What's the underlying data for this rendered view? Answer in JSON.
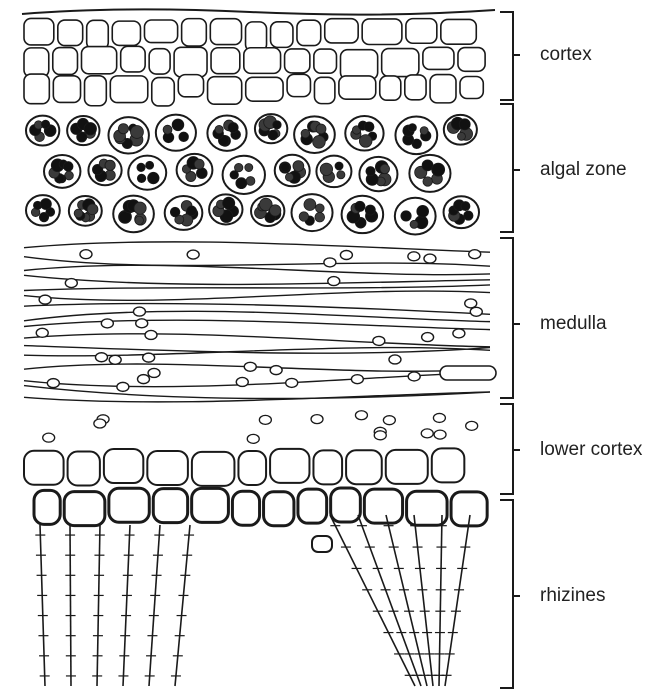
{
  "layers": [
    {
      "id": "cortex",
      "label": "cortex"
    },
    {
      "id": "algal-zone",
      "label": "algal zone"
    },
    {
      "id": "medulla",
      "label": "medulla"
    },
    {
      "id": "lower-cortex",
      "label": "lower cortex"
    },
    {
      "id": "rhizines",
      "label": "rhizines"
    }
  ],
  "colors": {
    "ink": "#1a1a1a",
    "algae": "#3a3a3a",
    "algae_dark": "#111111",
    "paper": "#ffffff"
  }
}
